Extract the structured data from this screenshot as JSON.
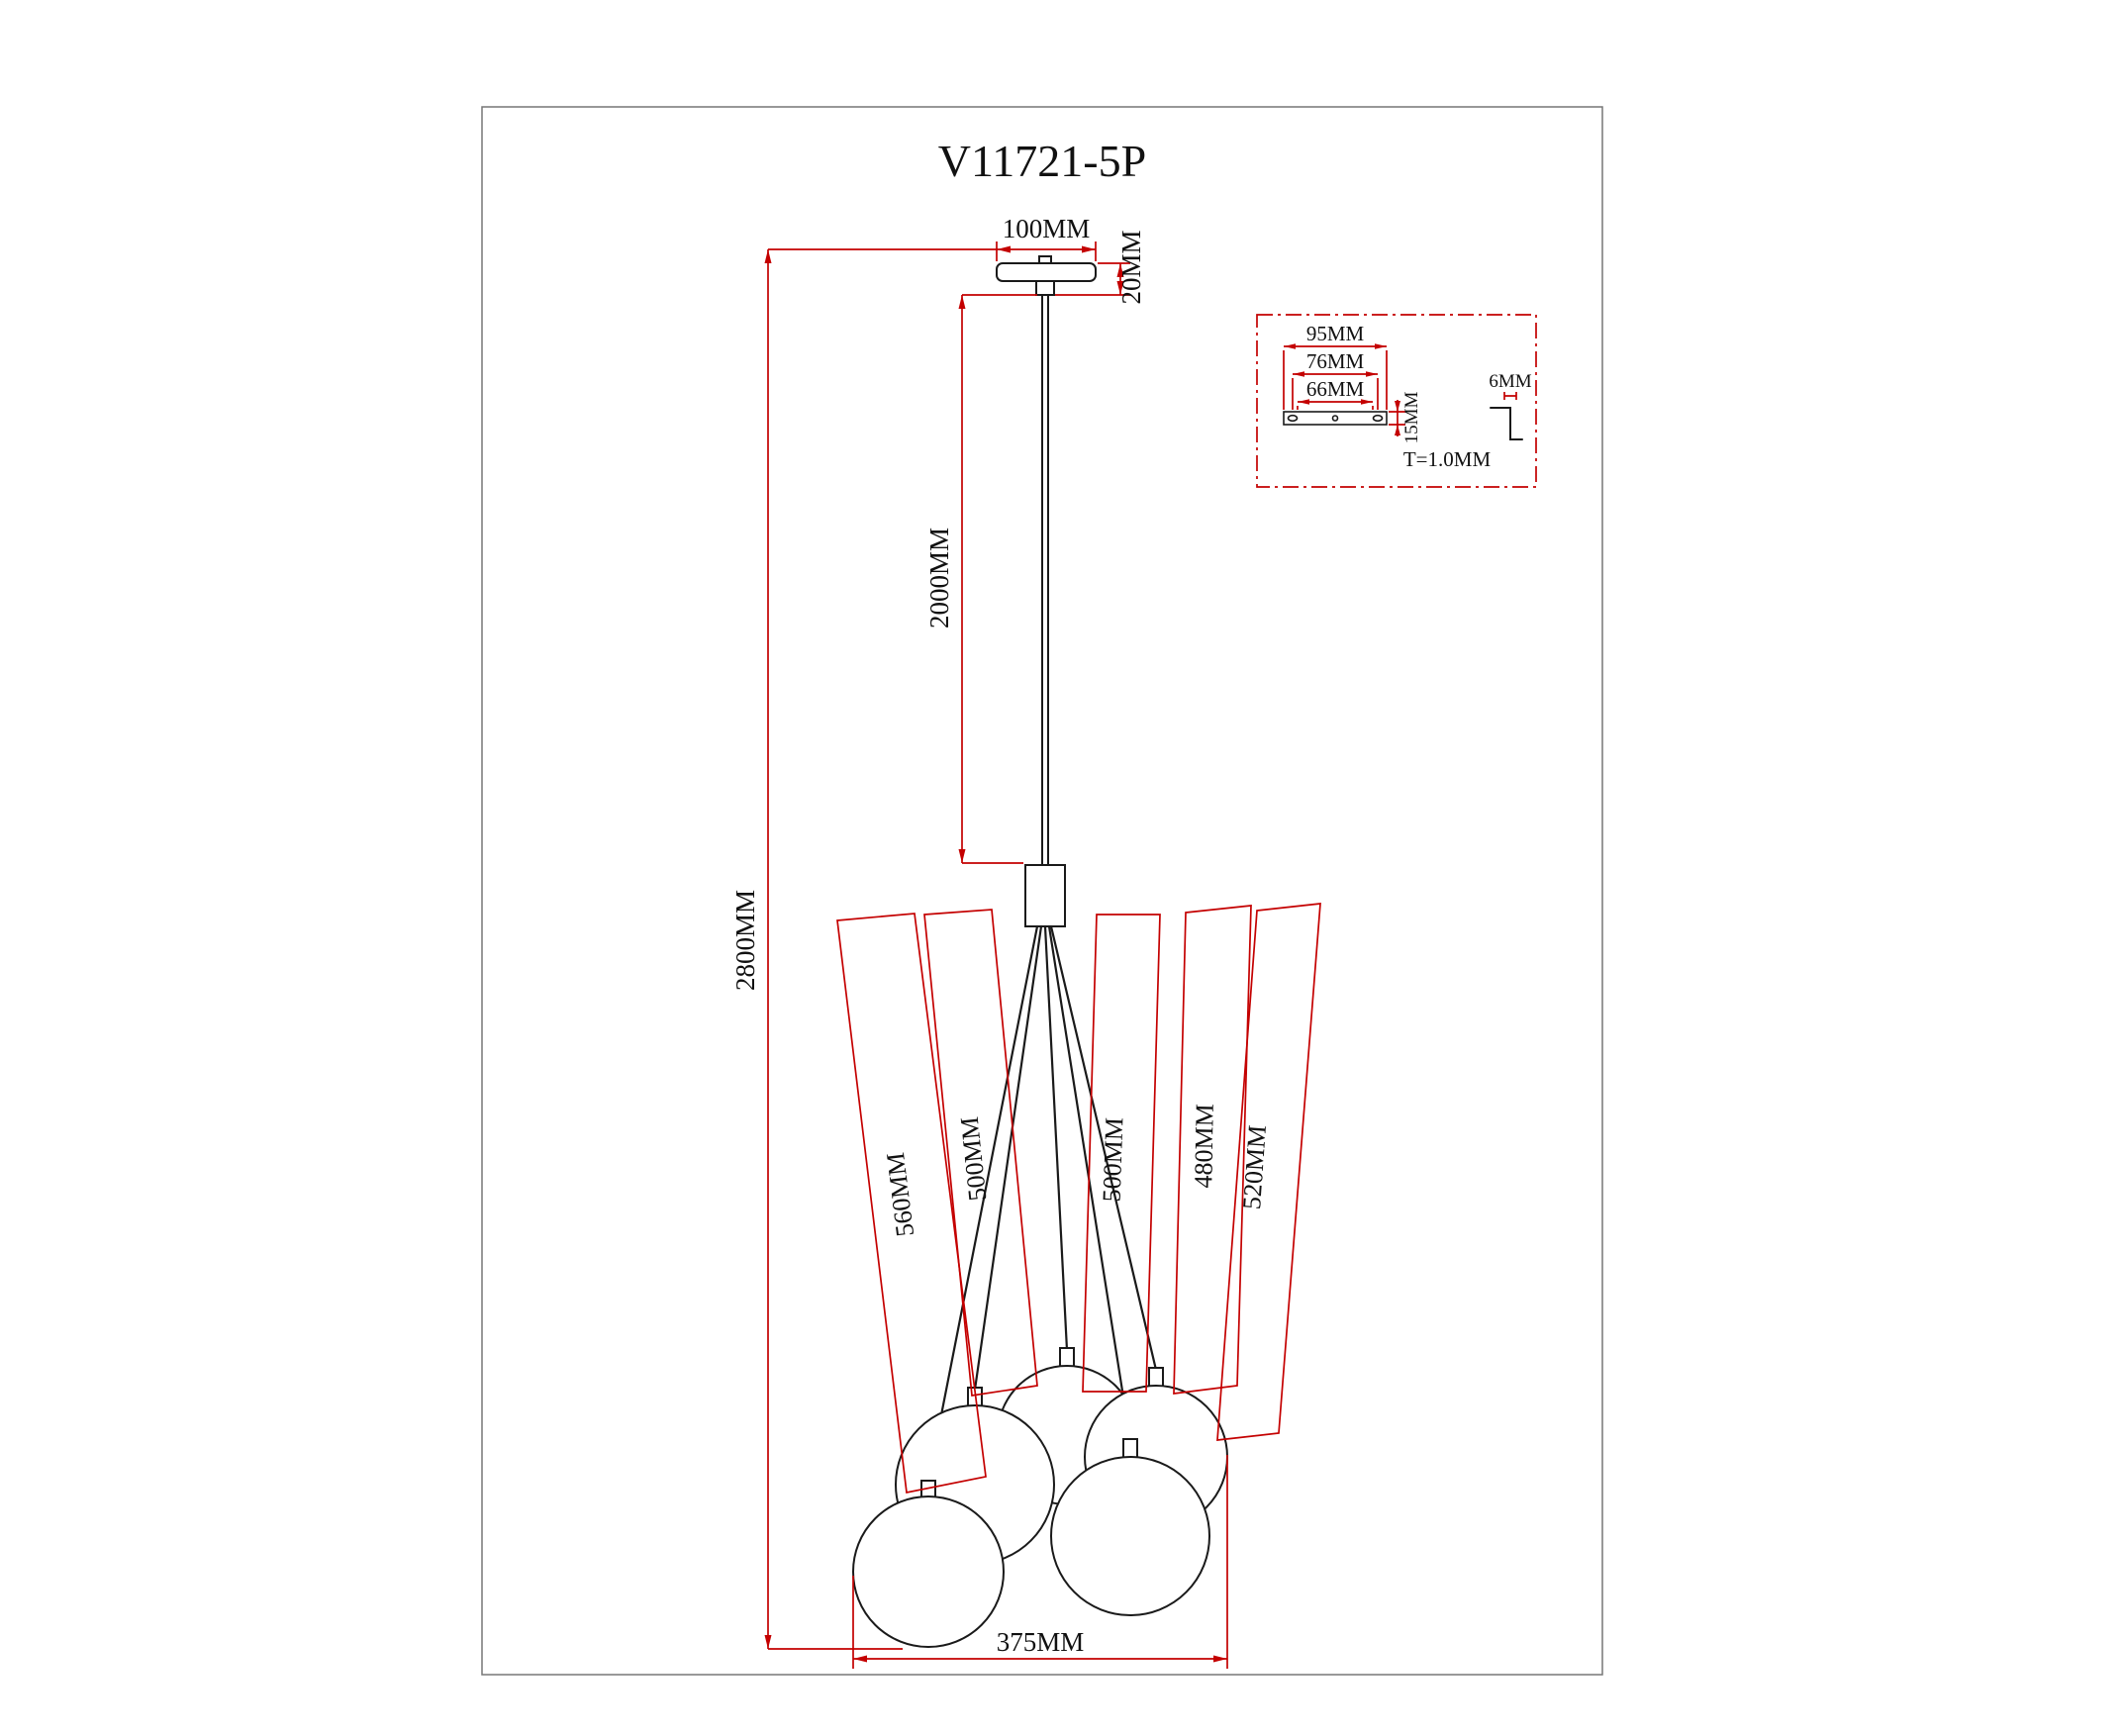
{
  "colors": {
    "line": "#1a1a1a",
    "dimension": "#c40000",
    "text": "#111111",
    "background": "#ffffff"
  },
  "title": "V11721-5P",
  "dimensions": {
    "canopy_width": "100MM",
    "canopy_height": "20MM",
    "suspension_length": "2000MM",
    "overall_height": "2800MM",
    "cluster_width": "375MM",
    "cords": [
      "560MM",
      "500MM",
      "500MM",
      "480MM",
      "520MM"
    ]
  },
  "mounting_detail": {
    "width_outer": "95MM",
    "width_mid": "76MM",
    "width_inner": "66MM",
    "depth": "15MM",
    "flange": "6MM",
    "thickness": "T=1.0MM"
  }
}
